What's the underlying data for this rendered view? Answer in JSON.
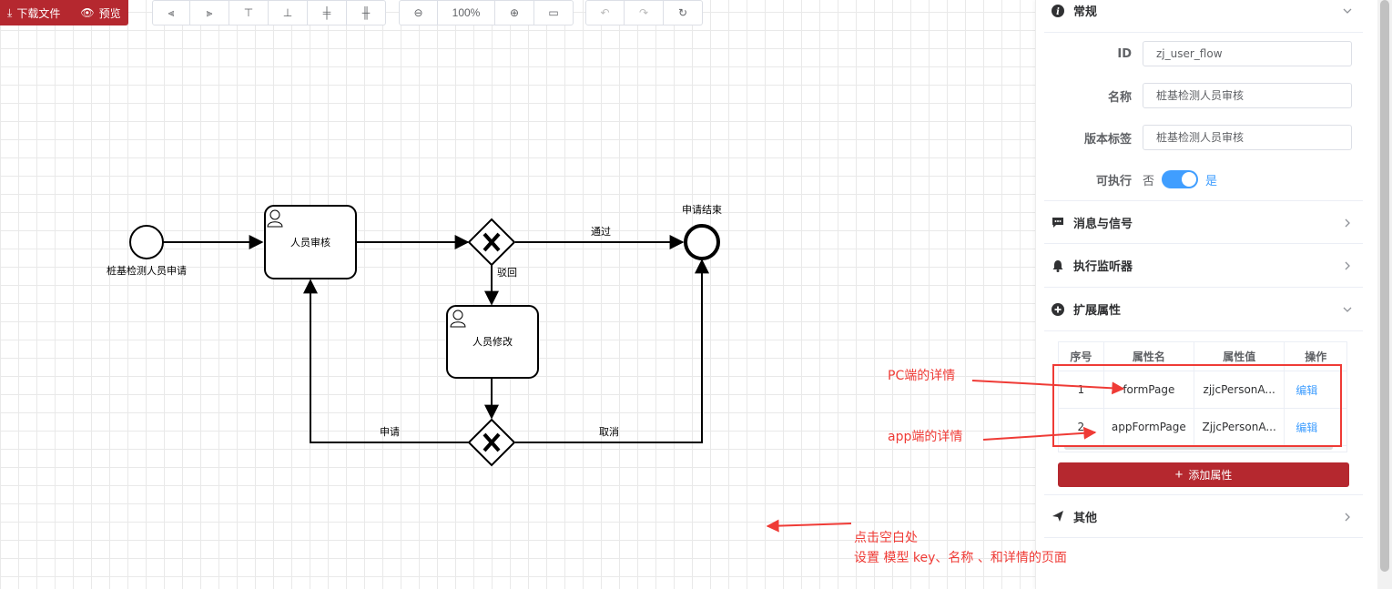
{
  "toolbar": {
    "download_label": "下载文件",
    "preview_label": "预览",
    "zoom_level": "100%"
  },
  "diagram": {
    "start_label": "桩基检测人员申请",
    "task1_label": "人员审核",
    "task2_label": "人员修改",
    "end_label": "申请结束",
    "flow_pass": "通过",
    "flow_reject": "驳回",
    "flow_apply": "申请",
    "flow_cancel": "取消"
  },
  "panel": {
    "general": {
      "title": "常规",
      "id_label": "ID",
      "id_value": "zj_user_flow",
      "name_label": "名称",
      "name_value": "桩基检测人员审核",
      "version_label": "版本标签",
      "version_value": "桩基检测人员审核",
      "exec_label": "可执行",
      "exec_no": "否",
      "exec_yes": "是"
    },
    "messages": {
      "title": "消息与信号"
    },
    "listeners": {
      "title": "执行监听器"
    },
    "extension": {
      "title": "扩展属性",
      "columns": [
        "序号",
        "属性名",
        "属性值",
        "操作"
      ],
      "rows": [
        {
          "index": "1",
          "name": "formPage",
          "value": "zjjcPersonA...",
          "action": "编辑"
        },
        {
          "index": "2",
          "name": "appFormPage",
          "value": "ZjjcPersonA...",
          "action": "编辑"
        }
      ],
      "add_label": "添加属性"
    },
    "other": {
      "title": "其他"
    }
  },
  "annotations": {
    "pc": "PC端的详情",
    "app": "app端的详情",
    "blank_line1": "点击空白处",
    "blank_line2": "设置 模型 key、名称 、和详情的页面"
  },
  "colors": {
    "brand_red": "#b5282f",
    "switch_blue": "#409eff",
    "annotation_red": "#ef3b36"
  }
}
